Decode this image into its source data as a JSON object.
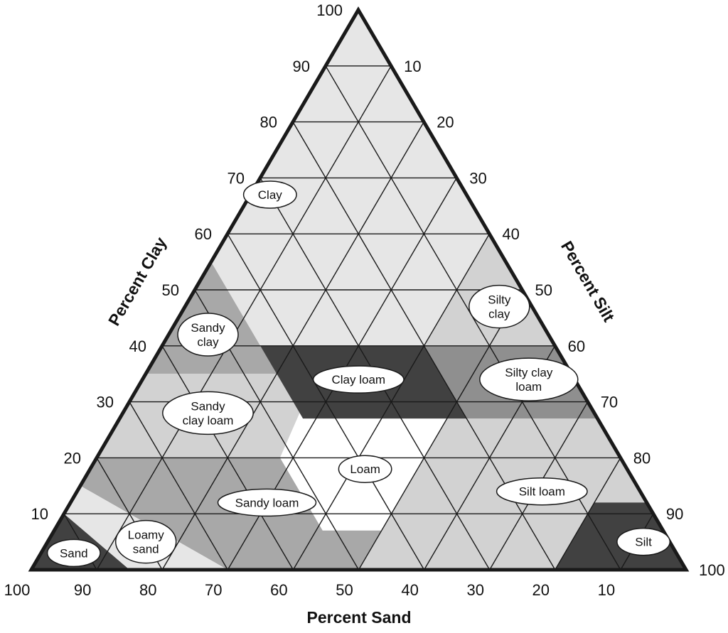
{
  "colors": {
    "background": "#ffffff",
    "light": "#e6e6e6",
    "medium_light": "#d2d2d2",
    "medium": "#a8a8a8",
    "medium_dark": "#8f8f8f",
    "dark": "#414141",
    "white": "#ffffff",
    "stroke": "#1a1a1a"
  },
  "axes": {
    "clay": {
      "title": "Percent Clay",
      "ticks": [
        "10",
        "20",
        "30",
        "40",
        "50",
        "60",
        "70",
        "80",
        "90",
        "100"
      ]
    },
    "silt": {
      "title": "Percent Silt",
      "ticks": [
        "10",
        "20",
        "30",
        "40",
        "50",
        "60",
        "70",
        "80",
        "90",
        "100"
      ]
    },
    "sand": {
      "title": "Percent Sand",
      "ticks": [
        "100",
        "90",
        "80",
        "70",
        "60",
        "50",
        "40",
        "30",
        "20",
        "10"
      ]
    }
  },
  "classes": [
    {
      "id": "clay",
      "lines": [
        "Clay"
      ],
      "shade": "light",
      "sand": 30,
      "clay": 67
    },
    {
      "id": "silty-clay",
      "lines": [
        "Silty",
        "clay"
      ],
      "shade": "medium_light",
      "sand": 5,
      "clay": 47
    },
    {
      "id": "sandy-clay",
      "lines": [
        "Sandy",
        "clay"
      ],
      "shade": "medium",
      "sand": 52,
      "clay": 42
    },
    {
      "id": "clay-loam",
      "lines": [
        "Clay loam"
      ],
      "shade": "dark",
      "sand": 33,
      "clay": 34
    },
    {
      "id": "silty-clay-loam",
      "lines": [
        "Silty clay",
        "loam"
      ],
      "shade": "medium_dark",
      "sand": 7,
      "clay": 34
    },
    {
      "id": "sandy-clay-loam",
      "lines": [
        "Sandy",
        "clay loam"
      ],
      "shade": "medium_light",
      "sand": 59,
      "clay": 28
    },
    {
      "id": "loam",
      "lines": [
        "Loam"
      ],
      "shade": "white",
      "sand": 40,
      "clay": 18
    },
    {
      "id": "silt-loam",
      "lines": [
        "Silt loam"
      ],
      "shade": "medium_light",
      "sand": 15,
      "clay": 14
    },
    {
      "id": "sandy-loam",
      "lines": [
        "Sandy loam"
      ],
      "shade": "medium",
      "sand": 58,
      "clay": 12
    },
    {
      "id": "loamy-sand",
      "lines": [
        "Loamy",
        "sand"
      ],
      "shade": "light",
      "sand": 80,
      "clay": 5
    },
    {
      "id": "sand",
      "lines": [
        "Sand"
      ],
      "shade": "dark",
      "sand": 92,
      "clay": 3
    },
    {
      "id": "silt",
      "lines": [
        "Silt"
      ],
      "shade": "dark",
      "sand": 4,
      "clay": 5
    }
  ],
  "regions": [
    {
      "class": "clay",
      "vertices": [
        [
          0,
          100
        ],
        [
          45,
          55
        ],
        [
          45,
          40
        ],
        [
          20,
          40
        ],
        [
          0,
          60
        ]
      ]
    },
    {
      "class": "silty-clay",
      "vertices": [
        [
          0,
          60
        ],
        [
          20,
          40
        ],
        [
          0,
          40
        ]
      ]
    },
    {
      "class": "sandy-clay",
      "vertices": [
        [
          45,
          55
        ],
        [
          65,
          35
        ],
        [
          45,
          35
        ]
      ]
    },
    {
      "class": "clay-loam",
      "vertices": [
        [
          45,
          40
        ],
        [
          45,
          27
        ],
        [
          20,
          27
        ],
        [
          20,
          40
        ]
      ]
    },
    {
      "class": "silty-clay-loam",
      "vertices": [
        [
          0,
          40
        ],
        [
          20,
          40
        ],
        [
          20,
          27
        ],
        [
          0,
          27
        ]
      ]
    },
    {
      "class": "sandy-clay-loam",
      "vertices": [
        [
          65,
          35
        ],
        [
          45,
          35
        ],
        [
          45,
          28
        ],
        [
          52,
          20
        ],
        [
          80,
          20
        ]
      ]
    },
    {
      "class": "loam",
      "vertices": [
        [
          45,
          27
        ],
        [
          23,
          27
        ],
        [
          43,
          7
        ],
        [
          52,
          7
        ],
        [
          52,
          20
        ],
        [
          45,
          28
        ]
      ]
    },
    {
      "class": "silt-loam",
      "vertices": [
        [
          0,
          27
        ],
        [
          23,
          27
        ],
        [
          50,
          0
        ],
        [
          20,
          0
        ],
        [
          8,
          12
        ],
        [
          0,
          12
        ]
      ]
    },
    {
      "class": "sandy-loam",
      "vertices": [
        [
          80,
          20
        ],
        [
          52,
          20
        ],
        [
          52,
          7
        ],
        [
          43,
          7
        ],
        [
          50,
          0
        ],
        [
          70,
          0
        ],
        [
          85,
          15
        ],
        [
          85,
          10
        ],
        [
          90,
          10
        ]
      ]
    },
    {
      "class": "loamy-sand",
      "vertices": [
        [
          85,
          15
        ],
        [
          90,
          10
        ],
        [
          90,
          10
        ],
        [
          100,
          0
        ],
        [
          70,
          0
        ]
      ]
    },
    {
      "class": "sand",
      "vertices": [
        [
          100,
          0
        ],
        [
          90,
          10
        ],
        [
          85,
          0
        ]
      ]
    },
    {
      "class": "silt",
      "vertices": [
        [
          0,
          12
        ],
        [
          8,
          12
        ],
        [
          20,
          0
        ],
        [
          0,
          0
        ]
      ]
    }
  ]
}
